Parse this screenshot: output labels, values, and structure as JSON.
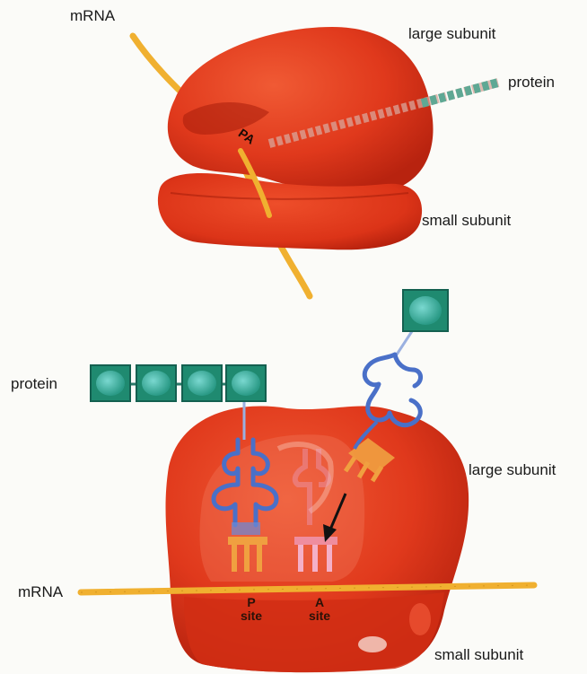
{
  "top_figure": {
    "mrna_label": "mRNA",
    "large_subunit_label": "large subunit",
    "protein_label": "protein",
    "small_subunit_label": "small subunit",
    "pa_label": "PA"
  },
  "bottom_figure": {
    "protein_label": "protein",
    "large_subunit_label": "large subunit",
    "mrna_label": "mRNA",
    "small_subunit_label": "small subunit",
    "p_site_label": "P\nsite",
    "a_site_label": "A\nsite"
  },
  "colors": {
    "ribosome": "#e0391c",
    "ribosome_dark": "#b8230f",
    "mrna": "#f0b030",
    "trna": "#4a70c8",
    "amino_acid": "#2aa58a",
    "codon_pairs": "#f0a040"
  }
}
